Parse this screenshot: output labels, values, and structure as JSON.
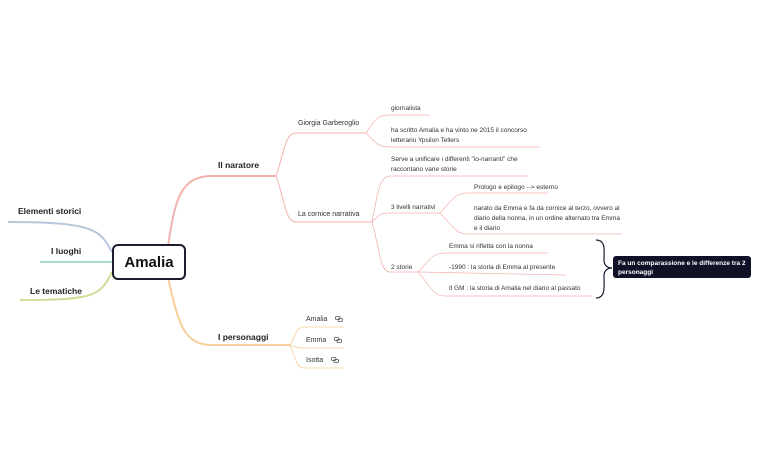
{
  "center": "Amalia",
  "left": [
    "Elementi storici",
    "I luoghi",
    "Le tematiche"
  ],
  "narratore": {
    "label": "Il naratore",
    "author": {
      "label": "Giorgia Garberoglio",
      "items": [
        "giornalista",
        "ha scritto Amalia e ha vinto ne 2015 il concorso letterario Ypsilon Tellers"
      ]
    },
    "cornice": {
      "label": "La cornice narrativa",
      "intro": "Serve a unificare i differenti \"io-narranti\" che raccontano varie storie",
      "livelli": {
        "label": "3 livelli narrativi",
        "items": [
          "Prologo e epilogo --> esterno",
          "narato da Emma e fa da cornice al terzo, ovvero al diario della nonna, in un ordine alternato tra Emma e il diario"
        ]
      },
      "storie": {
        "label": "2 storie",
        "items": [
          "Emma si rifletta con la nonna",
          "-1990 : la storia di Emma al presente",
          "Il GM : la storia di Amalia nel diario al passato"
        ]
      }
    }
  },
  "summary": "Fa un comparassione e le differenze tra 2 personaggi",
  "personaggi": {
    "label": "I personaggi",
    "items": [
      "Amalia",
      "Emma",
      "Isotta"
    ]
  },
  "colors": {
    "narratore": "#f2b3ae",
    "personaggi": "#f7cf9a",
    "storici": "#b9c7dc",
    "luoghi": "#a7dcc6",
    "tematiche": "#d2dd9a",
    "center_border": "#1a1e2e",
    "summary_bg": "#0f1126"
  },
  "icons": [
    "link-icon"
  ]
}
